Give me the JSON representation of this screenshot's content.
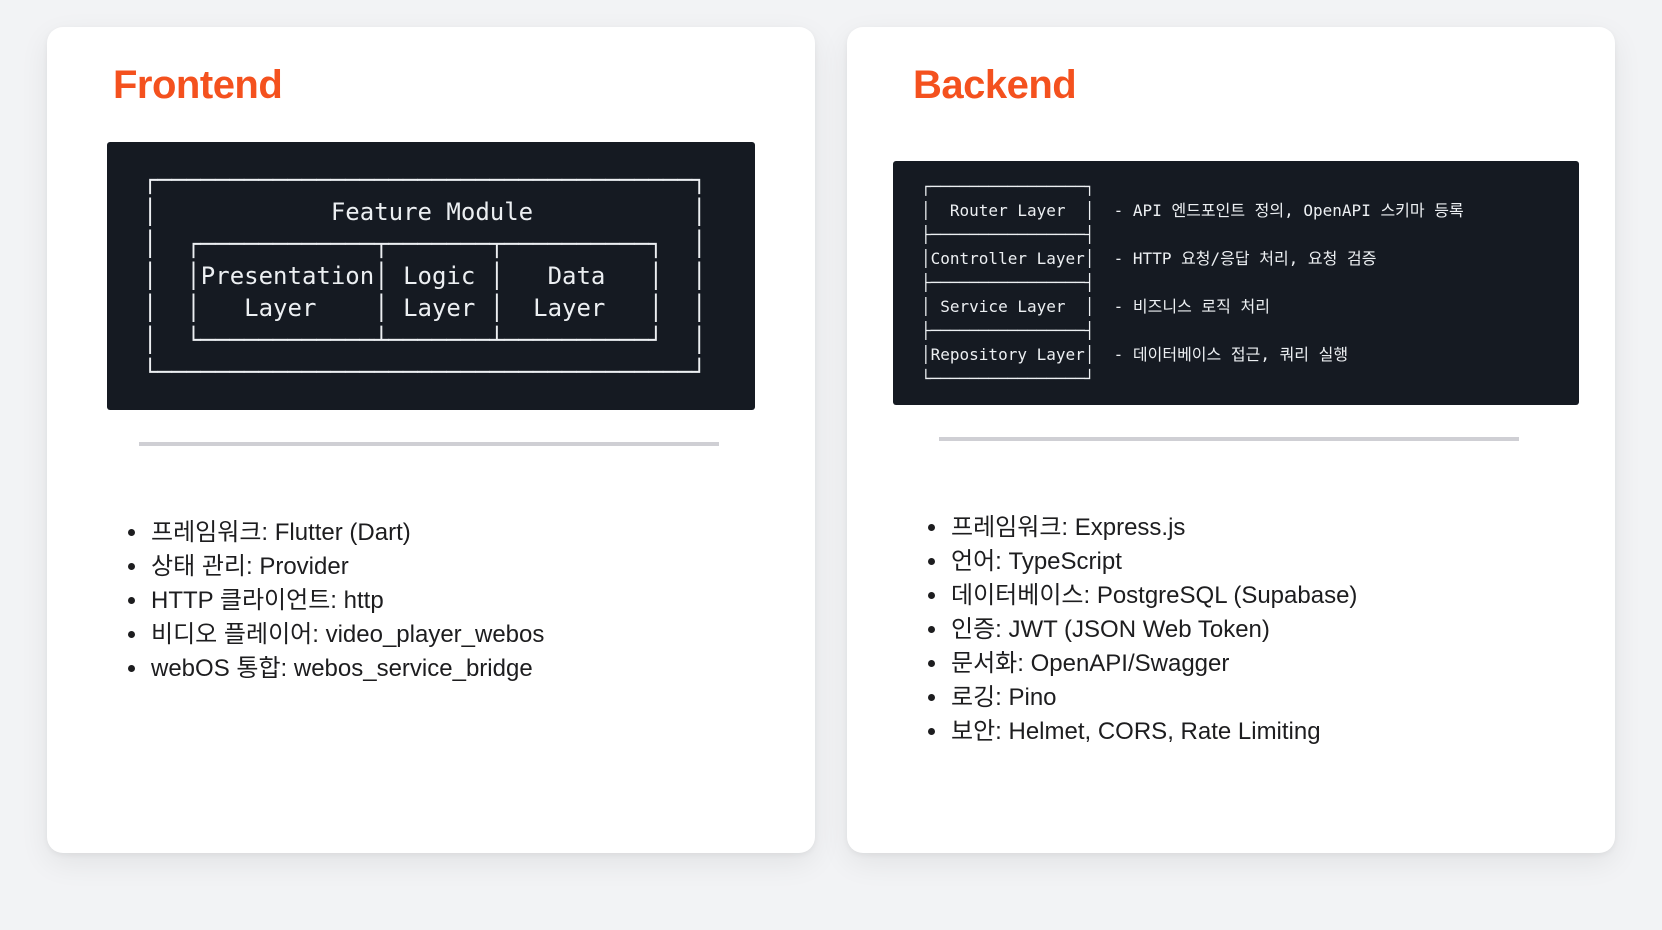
{
  "colors": {
    "accent": "#f4511e",
    "code_block_bg": "#151a22",
    "code_text": "#eceff2",
    "page_bg": "#f2f3f5",
    "divider": "#cfcfd4"
  },
  "frontend": {
    "title": "Frontend",
    "diagram_ascii": "┌─────────────────────────────────────┐\n│            Feature Module           │\n│  ┌────────────┬───────┬──────────┐  │\n│  │Presentation│ Logic │   Data   │  │\n│  │   Layer    │ Layer │  Layer   │  │\n│  └────────────┴───────┴──────────┘  │\n└─────────────────────────────────────┘",
    "tech_list": [
      "프레임워크: Flutter (Dart)",
      "상태 관리: Provider",
      "HTTP 클라이언트: http",
      "비디오 플레이어: video_player_webos",
      "webOS 통합: webos_service_bridge"
    ]
  },
  "backend": {
    "title": "Backend",
    "diagram_ascii": "┌────────────────┐\n│  Router Layer  │  - API 엔드포인트 정의, OpenAPI 스키마 등록\n├────────────────┤\n│Controller Layer│  - HTTP 요청/응답 처리, 요청 검증\n├────────────────┤\n│ Service Layer  │  - 비즈니스 로직 처리\n├────────────────┤\n│Repository Layer│  - 데이터베이스 접근, 쿼리 실행\n└────────────────┘",
    "tech_list": [
      "프레임워크: Express.js",
      "언어: TypeScript",
      "데이터베이스: PostgreSQL (Supabase)",
      "인증: JWT (JSON Web Token)",
      "문서화: OpenAPI/Swagger",
      "로깅: Pino",
      "보안: Helmet, CORS, Rate Limiting"
    ]
  }
}
